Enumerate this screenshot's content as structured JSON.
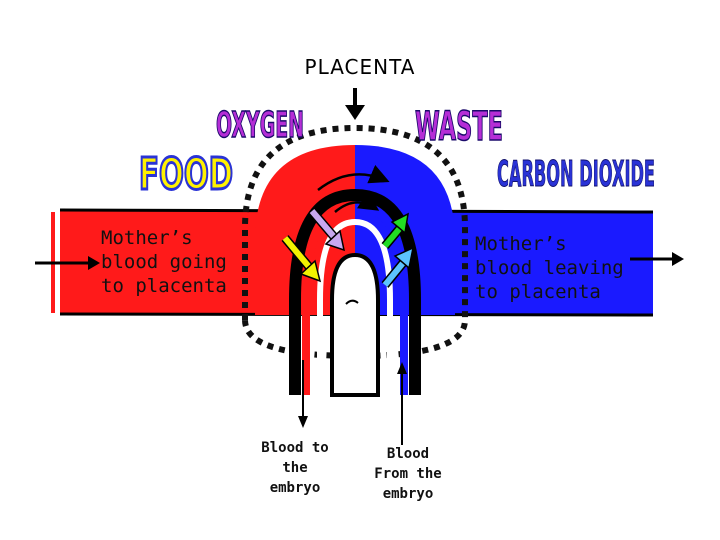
{
  "diagram": {
    "title": "PLACENTA",
    "word_art": {
      "oxygen": "OXYGEN",
      "food": "FOOD",
      "waste": "WASTE",
      "carbon_dioxide": "CARBON DIOXIDE"
    },
    "labels": {
      "mother_going": "Mother’s\nblood going\nto placenta",
      "mother_leaving": "Mother’s\nblood leaving\nto placenta",
      "blood_to_embryo": "Blood to\nthe\nembryo",
      "blood_from_embryo": "Blood\nFrom the\nembryo"
    },
    "colors": {
      "maternal_red": "#ff1a1a",
      "maternal_blue": "#1a1aff",
      "word_art_purple": "#b52ed6",
      "word_art_yellow": "#fff200",
      "word_art_blue": "#2a33d6",
      "arrow_lavender": "#c9a8f0",
      "arrow_yellow": "#f2f200",
      "arrow_green": "#22dd22",
      "arrow_cyan": "#5cc3ff"
    }
  }
}
